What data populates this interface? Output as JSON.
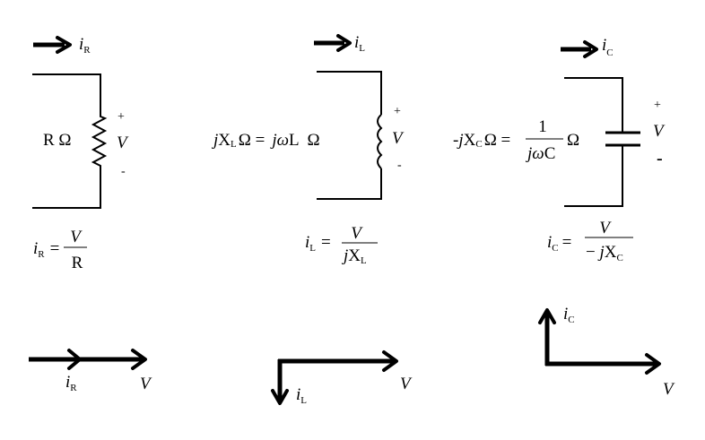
{
  "resistor": {
    "current_i": "i",
    "current_sub": "R",
    "impedance_label": "R Ω",
    "plus": "+",
    "voltage": "V",
    "minus": "-",
    "eq_i": "i",
    "eq_sub": "R",
    "eq_equals": "=",
    "eq_num": "V",
    "eq_den": "R"
  },
  "inductor": {
    "current_i": "i",
    "current_sub": "L",
    "imp_j": "j",
    "imp_x": "X",
    "imp_xsub": "L",
    "imp_rest": "Ω =",
    "imp_jw": "jω",
    "imp_L": "L  Ω",
    "plus": "+",
    "voltage": "V",
    "minus": "-",
    "eq_i": "i",
    "eq_sub": "L",
    "eq_equals": "=",
    "eq_num": "V",
    "eq_den_j": "j",
    "eq_den_x": "X",
    "eq_den_sub": "L"
  },
  "capacitor": {
    "current_i": "i",
    "current_sub": "C",
    "imp_pre": "-",
    "imp_j": "j",
    "imp_x": "X",
    "imp_xsub": "C",
    "imp_rest": "Ω =",
    "frac_num": "1",
    "frac_den_jw": "jω",
    "frac_den_c": "C",
    "imp_after": "Ω",
    "plus": "+",
    "voltage": "V",
    "minus": "-",
    "eq_i": "i",
    "eq_sub": "C",
    "eq_equals": "=",
    "eq_num": "V",
    "eq_den_pre": "− ",
    "eq_den_j": "j",
    "eq_den_x": "X",
    "eq_den_sub": "C"
  },
  "phasors": {
    "resistor": {
      "current_i": "i",
      "current_sub": "R",
      "voltage": "V",
      "current_angle_deg": 0
    },
    "inductor": {
      "current_i": "i",
      "current_sub": "L",
      "voltage": "V",
      "current_angle_deg": -90
    },
    "capacitor": {
      "current_i": "i",
      "current_sub": "C",
      "voltage": "V",
      "current_angle_deg": 90
    }
  }
}
